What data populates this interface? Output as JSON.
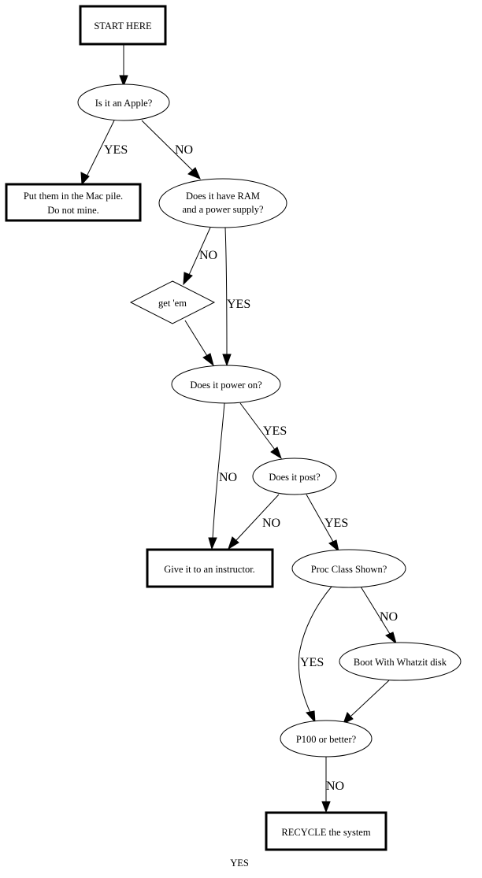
{
  "flowchart": {
    "nodes": {
      "start": {
        "lines": [
          "START HERE"
        ],
        "shape": "box"
      },
      "apple": {
        "lines": [
          "Is it an Apple?"
        ],
        "shape": "ellipse"
      },
      "mac_pile": {
        "lines": [
          "Put them in the Mac pile.",
          "Do not mine."
        ],
        "shape": "box"
      },
      "ram_power": {
        "lines": [
          "Does it have RAM",
          "and a power supply?"
        ],
        "shape": "ellipse"
      },
      "get_em": {
        "lines": [
          "get 'em"
        ],
        "shape": "diamond"
      },
      "power_on": {
        "lines": [
          "Does it power on?"
        ],
        "shape": "ellipse"
      },
      "post": {
        "lines": [
          "Does it post?"
        ],
        "shape": "ellipse"
      },
      "instructor": {
        "lines": [
          "Give it to an instructor."
        ],
        "shape": "box"
      },
      "proc_class": {
        "lines": [
          "Proc Class Shown?"
        ],
        "shape": "ellipse"
      },
      "whatzit": {
        "lines": [
          "Boot With Whatzit disk"
        ],
        "shape": "ellipse"
      },
      "p100": {
        "lines": [
          "P100 or better?"
        ],
        "shape": "ellipse"
      },
      "recycle": {
        "lines": [
          "RECYCLE the system"
        ],
        "shape": "box"
      }
    },
    "edges": [
      {
        "from": "start",
        "to": "apple",
        "label": ""
      },
      {
        "from": "apple",
        "to": "mac_pile",
        "label": "YES"
      },
      {
        "from": "apple",
        "to": "ram_power",
        "label": "NO"
      },
      {
        "from": "ram_power",
        "to": "get_em",
        "label": "NO"
      },
      {
        "from": "ram_power",
        "to": "power_on",
        "label": "YES"
      },
      {
        "from": "get_em",
        "to": "power_on",
        "label": ""
      },
      {
        "from": "power_on",
        "to": "instructor",
        "label": "NO"
      },
      {
        "from": "power_on",
        "to": "post",
        "label": "YES"
      },
      {
        "from": "post",
        "to": "instructor",
        "label": "NO"
      },
      {
        "from": "post",
        "to": "proc_class",
        "label": "YES"
      },
      {
        "from": "proc_class",
        "to": "p100",
        "label": "YES"
      },
      {
        "from": "proc_class",
        "to": "whatzit",
        "label": "NO"
      },
      {
        "from": "whatzit",
        "to": "p100",
        "label": ""
      },
      {
        "from": "p100",
        "to": "recycle",
        "label": "NO"
      }
    ],
    "dangling_label": "YES"
  }
}
